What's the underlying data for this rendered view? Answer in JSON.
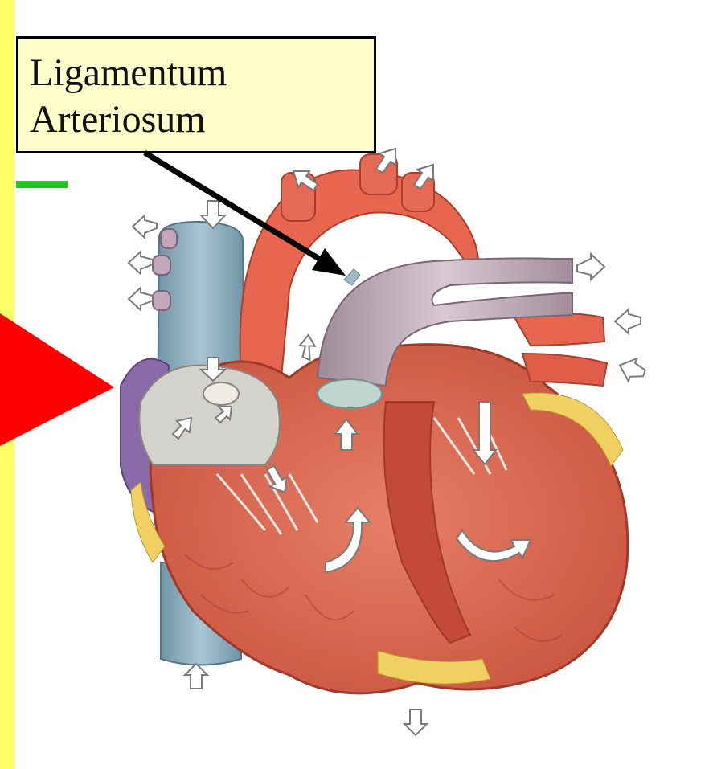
{
  "callout": {
    "lines": [
      "Ligamentum",
      "Arteriosum"
    ]
  },
  "colors": {
    "slide_border": "#ffff66",
    "callout_fill": "#ffffcc",
    "pointer_arrow": "#000000",
    "red_indicator": "#ff0000",
    "green_marker": "#22c422"
  },
  "icons": [
    "heart-anatomy-illustration",
    "pointer-arrow",
    "red-triangle-indicator",
    "blood-flow-arrows"
  ]
}
